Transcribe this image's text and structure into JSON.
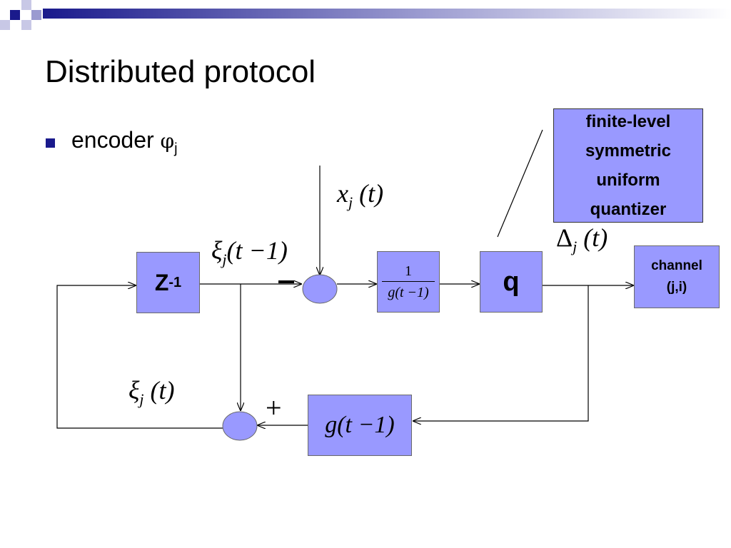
{
  "slide": {
    "title": "Distributed protocol",
    "bullet": {
      "text": "encoder ",
      "symbol": "φ",
      "subscript": "j"
    }
  },
  "diagram": {
    "delay_block": {
      "base": "Z",
      "sup": "-1"
    },
    "scale_block": {
      "numerator": "1",
      "denominator": "g(t −1)"
    },
    "quantizer_block": {
      "label": "q"
    },
    "channel_block": {
      "line1": "channel",
      "line2": "(j,i)"
    },
    "gain_block": {
      "label": "g(t −1)"
    },
    "quantizer_note": [
      "finite-level",
      "symmetric",
      "uniform",
      "quantizer"
    ],
    "labels": {
      "input": {
        "base": "x",
        "sub": "j",
        "arg": " (t)"
      },
      "prev_state": {
        "base": "ξ",
        "sub": "j",
        "arg": "(t −1)"
      },
      "state": {
        "base": "ξ",
        "sub": "j",
        "arg": " (t)"
      },
      "output": {
        "base": "Δ",
        "sub": "j",
        "arg": " (t)"
      }
    },
    "signs": {
      "minus": "−",
      "plus": "+"
    }
  }
}
